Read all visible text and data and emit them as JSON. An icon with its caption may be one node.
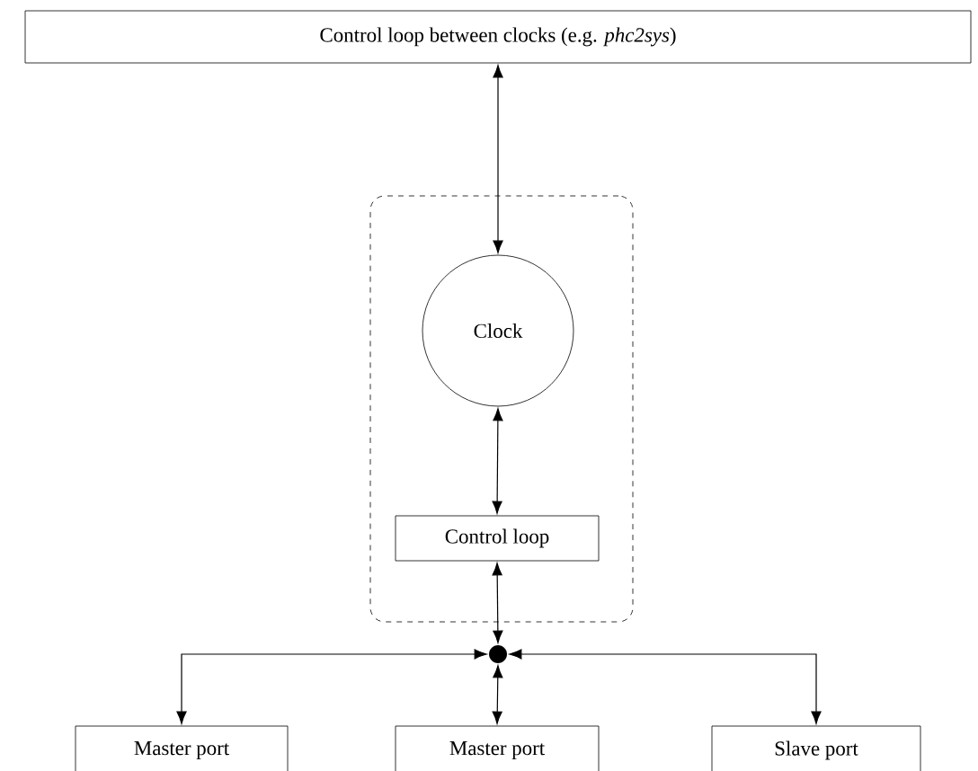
{
  "diagram": {
    "nodes": [
      {
        "text": [
          "Control loop between clocks (e.g. *phc2sys*)"
        ]
      },
      {
        "text": [],
        "shape": "box"
      },
      {
        "text": [
          "Clock"
        ],
        "in": 1
      },
      {
        "text": [
          "Control loop"
        ],
        "in": 1
      },
      {
        "text": [],
        "shape": "circle"
      },
      {
        "text": [
          "Master port"
        ]
      },
      {
        "text": [
          "Master port"
        ]
      },
      {
        "text": [
          "Slave port"
        ]
      }
    ],
    "edges": [
      {
        "from": 0,
        "to": 2,
        "arrow": "both"
      },
      {
        "from": 2,
        "to": 3,
        "arrow": "both"
      },
      {
        "from": 3,
        "to": 4,
        "arrow": "both"
      },
      {
        "from": 4,
        "to": 5,
        "arrow": "both"
      },
      {
        "from": 4,
        "to": 6,
        "arrow": "both"
      },
      {
        "from": 4,
        "to": 7,
        "arrow": "both"
      }
    ]
  }
}
